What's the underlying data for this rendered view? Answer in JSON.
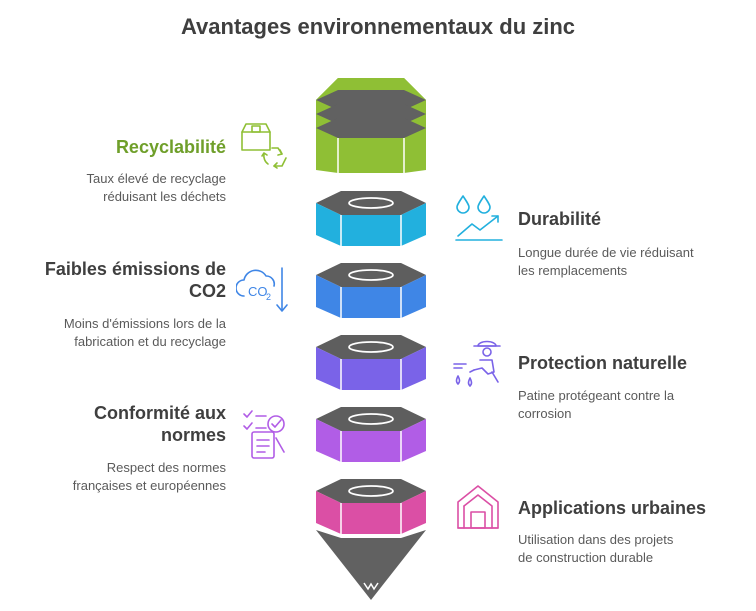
{
  "title": "Avantages environnementaux du zinc",
  "colors": {
    "green": "#8fbf35",
    "cyan": "#22b0de",
    "blue": "#3f86e6",
    "purple": "#7a63e8",
    "violet": "#b15de6",
    "magenta": "#db4fa5",
    "gray": "#616161",
    "text_dark": "#3f3f3f"
  },
  "items": [
    {
      "heading": "Recyclabilité",
      "description_lines": [
        "Taux élevé de recyclage",
        "réduisant les déchets"
      ],
      "icon": "recycle-box-icon",
      "color": "#6f9f2a"
    },
    {
      "heading": "Durabilité",
      "description_lines": [
        "Longue durée de vie réduisant",
        "les remplacements"
      ],
      "icon": "water-drops-trend-icon",
      "color": "#22b0de"
    },
    {
      "heading_lines": [
        "Faibles émissions de",
        "CO2"
      ],
      "description_lines": [
        "Moins d'émissions lors de la",
        "fabrication et du recyclage"
      ],
      "icon": "co2-cloud-icon",
      "icon_text": "CO",
      "icon_sub": "2",
      "color": "#3f86e6"
    },
    {
      "heading": "Protection naturelle",
      "description_lines": [
        "Patine protégeant contre la",
        "corrosion"
      ],
      "icon": "gardener-icon",
      "color": "#7a63e8"
    },
    {
      "heading_lines": [
        "Conformité aux",
        "normes"
      ],
      "description_lines": [
        "Respect des normes",
        "françaises et européennes"
      ],
      "icon": "checklist-icon",
      "color": "#b15de6"
    },
    {
      "heading": "Applications urbaines",
      "description_lines": [
        "Utilisation dans des projets",
        "de construction durable"
      ],
      "icon": "house-icon",
      "color": "#db4fa5"
    }
  ]
}
